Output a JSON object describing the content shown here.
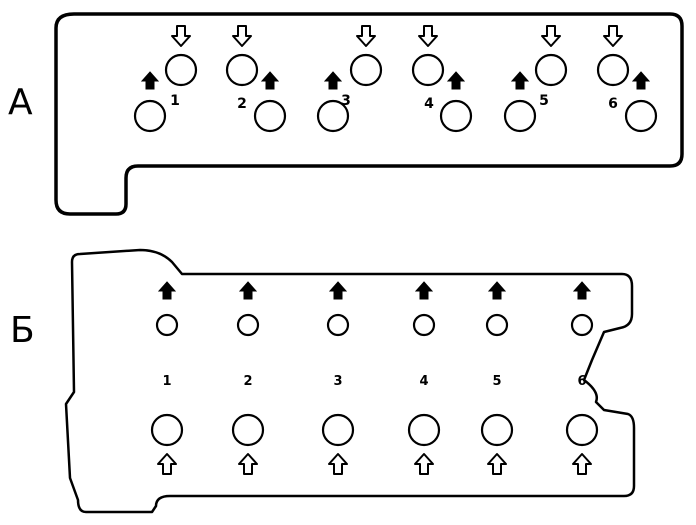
{
  "diagram": {
    "panel_a": {
      "label": "А",
      "cylinders": [
        {
          "number": "1"
        },
        {
          "number": "2"
        },
        {
          "number": "3"
        },
        {
          "number": "4"
        },
        {
          "number": "5"
        },
        {
          "number": "6"
        }
      ]
    },
    "panel_b": {
      "label": "Б",
      "cylinders": [
        {
          "number": "1"
        },
        {
          "number": "2"
        },
        {
          "number": "3"
        },
        {
          "number": "4"
        },
        {
          "number": "5"
        },
        {
          "number": "6"
        }
      ]
    }
  }
}
